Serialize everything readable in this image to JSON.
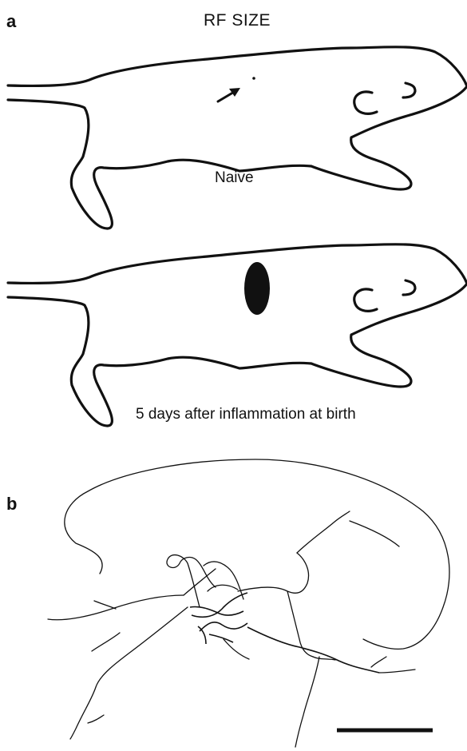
{
  "panel_a": {
    "letter": "a",
    "title": "RF SIZE",
    "top_label": "Naive",
    "bottom_label": "5 days after inflammation at birth"
  },
  "panel_b": {
    "letter": "b"
  }
}
